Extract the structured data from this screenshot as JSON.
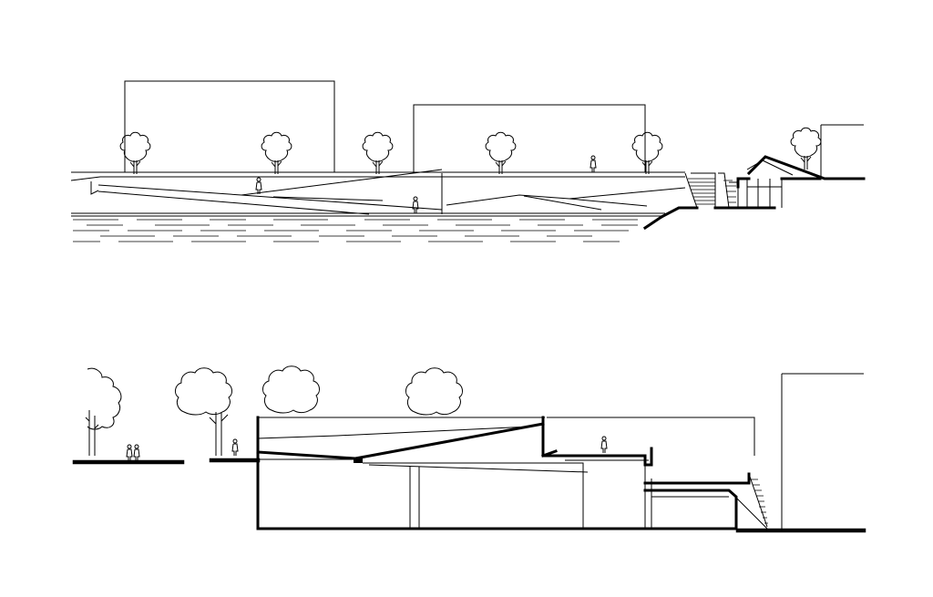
{
  "drawing": {
    "kind": "architectural-section-elevations",
    "sections": [
      {
        "name": "upper-section",
        "elements": [
          "buildings",
          "trees",
          "ramped-plaza",
          "water",
          "stairs",
          "pavilion"
        ]
      },
      {
        "name": "lower-section",
        "elements": [
          "trees",
          "people",
          "sunken-hall",
          "sloped-roof",
          "terrace",
          "stairs",
          "building"
        ]
      }
    ],
    "colors": {
      "ink": "#000000",
      "paper": "#ffffff"
    }
  }
}
